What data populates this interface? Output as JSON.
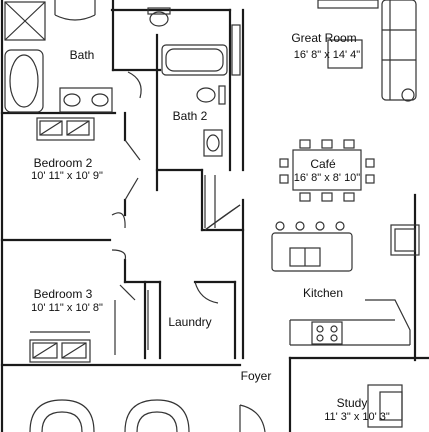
{
  "rooms": [
    {
      "id": "great-room",
      "name": "Great Room",
      "dims": "16' 8\" x 14' 4\""
    },
    {
      "id": "bath",
      "name": "Bath",
      "dims": ""
    },
    {
      "id": "bath-2",
      "name": "Bath 2",
      "dims": ""
    },
    {
      "id": "bedroom-2",
      "name": "Bedroom 2",
      "dims": "10' 11\" x 10' 9\""
    },
    {
      "id": "cafe",
      "name": "Café",
      "dims": "16' 8\" x 8' 10\""
    },
    {
      "id": "kitchen",
      "name": "Kitchen",
      "dims": ""
    },
    {
      "id": "bedroom-3",
      "name": "Bedroom 3",
      "dims": "10' 11\" x 10' 8\""
    },
    {
      "id": "laundry",
      "name": "Laundry",
      "dims": ""
    },
    {
      "id": "foyer",
      "name": "Foyer",
      "dims": ""
    },
    {
      "id": "study",
      "name": "Study",
      "dims": "11' 3\" x 10' 3\""
    }
  ],
  "colors": {
    "wall": "#1a1a1a",
    "fixture": "#333333",
    "background": "#ffffff"
  }
}
